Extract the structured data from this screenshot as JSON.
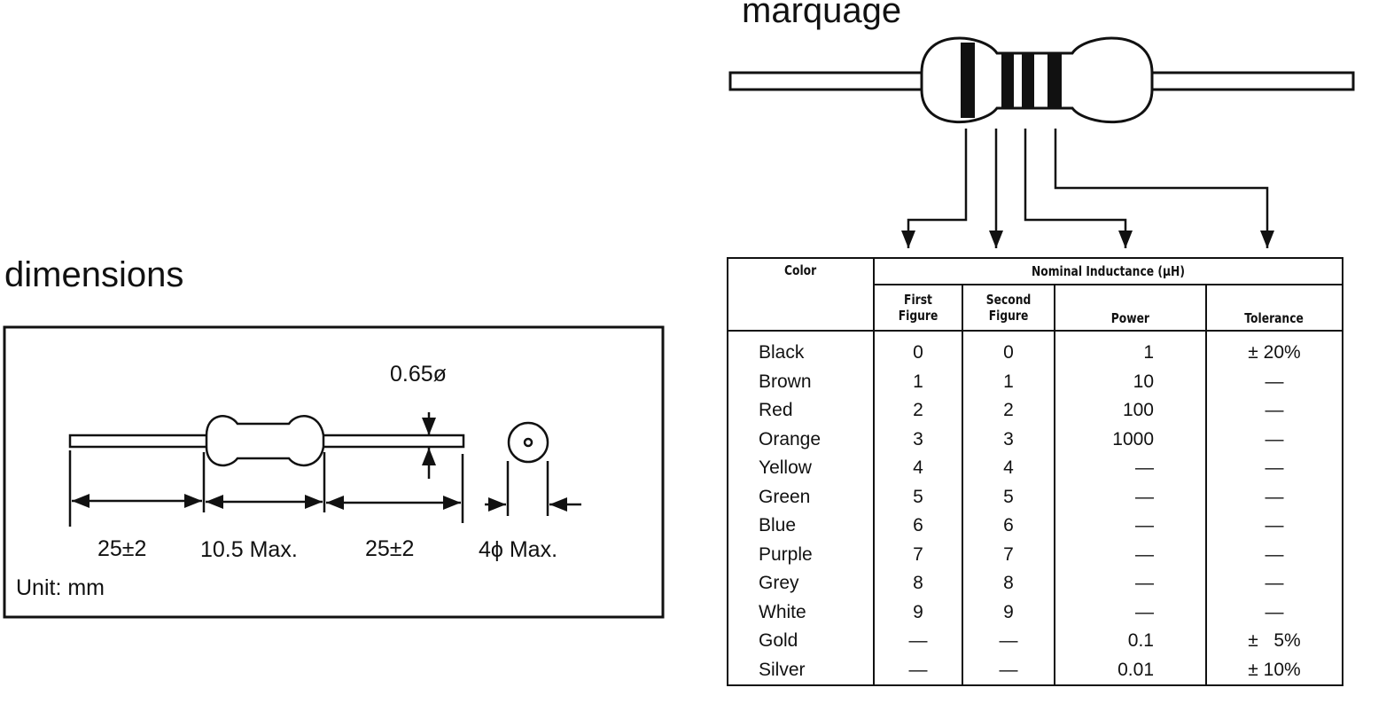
{
  "titles": {
    "marking": "marquage",
    "dimensions": "dimensions"
  },
  "dimensions": {
    "lead_diameter": "0.65ø",
    "lead_length_left": "25±2",
    "body_length": "10.5 Max.",
    "lead_length_right": "25±2",
    "body_diameter": "4ϕ Max.",
    "unit": "Unit: mm"
  },
  "table": {
    "group_header": "Nominal Inductance (µH)",
    "headers": {
      "color": "Color",
      "first": "First Figure",
      "second": "Second Figure",
      "power": "Power",
      "tolerance": "Tolerance"
    },
    "rows": [
      {
        "color": "Black",
        "first": "0",
        "second": "0",
        "power": "1",
        "tolerance": "± 20%"
      },
      {
        "color": "Brown",
        "first": "1",
        "second": "1",
        "power": "10",
        "tolerance": "—"
      },
      {
        "color": "Red",
        "first": "2",
        "second": "2",
        "power": "100",
        "tolerance": "—"
      },
      {
        "color": "Orange",
        "first": "3",
        "second": "3",
        "power": "1000",
        "tolerance": "—"
      },
      {
        "color": "Yellow",
        "first": "4",
        "second": "4",
        "power": "—",
        "tolerance": "—"
      },
      {
        "color": "Green",
        "first": "5",
        "second": "5",
        "power": "—",
        "tolerance": "—"
      },
      {
        "color": "Blue",
        "first": "6",
        "second": "6",
        "power": "—",
        "tolerance": "—"
      },
      {
        "color": "Purple",
        "first": "7",
        "second": "7",
        "power": "—",
        "tolerance": "—"
      },
      {
        "color": "Grey",
        "first": "8",
        "second": "8",
        "power": "—",
        "tolerance": "—"
      },
      {
        "color": "White",
        "first": "9",
        "second": "9",
        "power": "—",
        "tolerance": "—"
      },
      {
        "color": "Gold",
        "first": "—",
        "second": "—",
        "power": "0.1",
        "tolerance": "±   5%"
      },
      {
        "color": "Silver",
        "first": "—",
        "second": "—",
        "power": "0.01",
        "tolerance": "± 10%"
      }
    ]
  }
}
